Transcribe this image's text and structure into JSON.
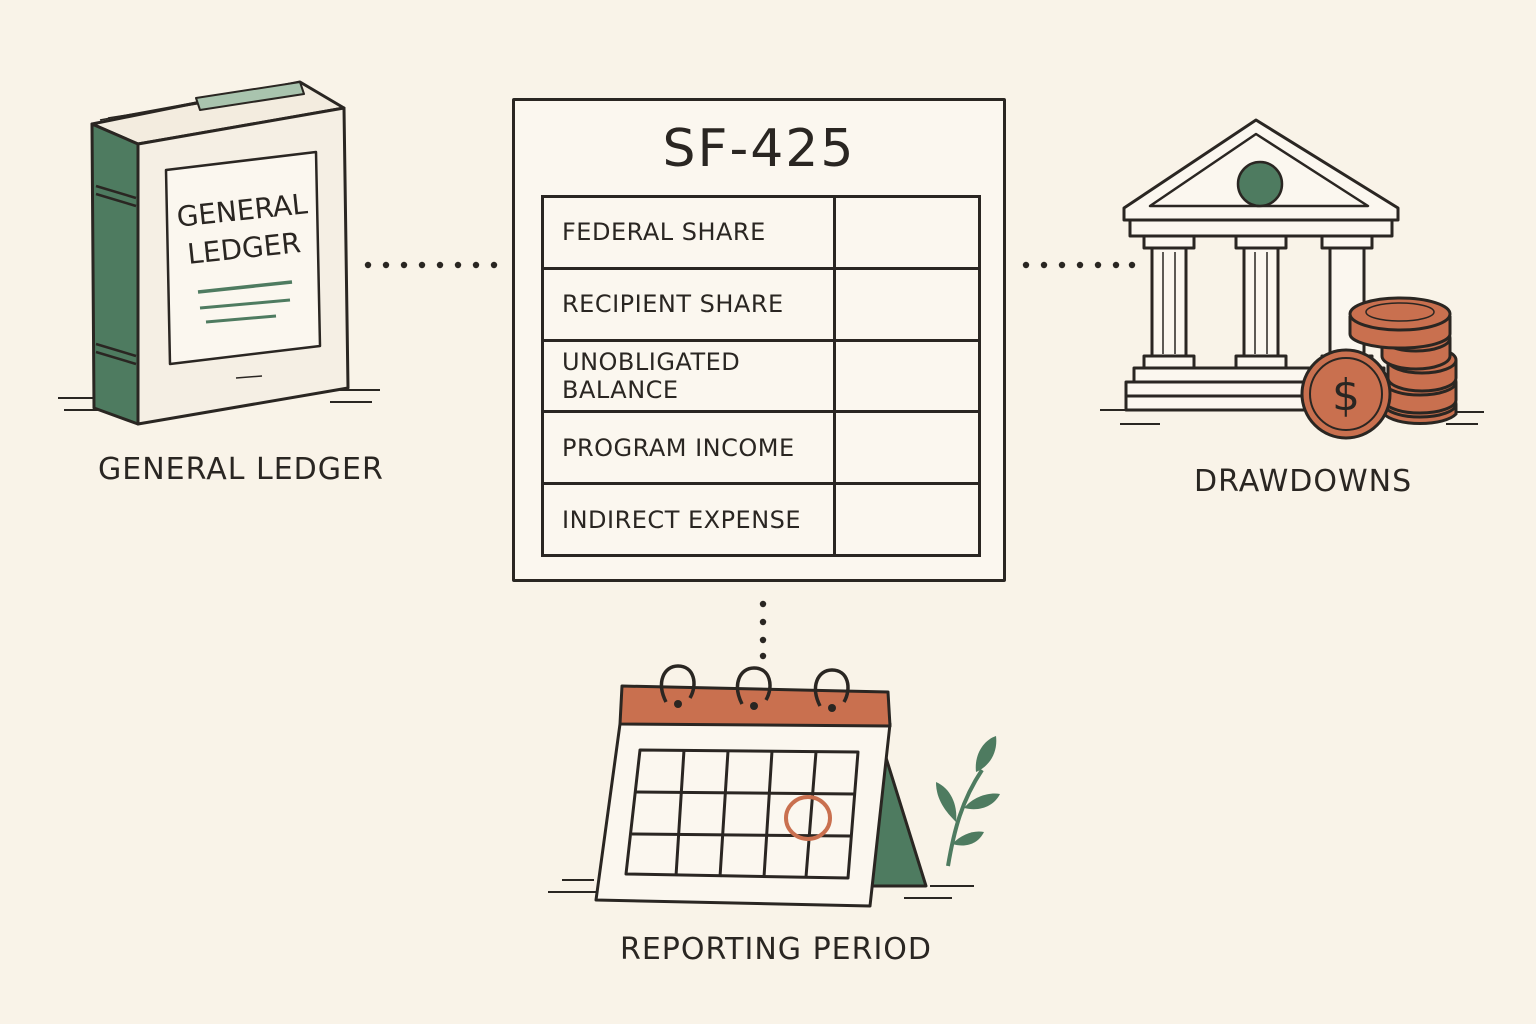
{
  "nodes": {
    "ledger_book_title_line1": "GENERAL",
    "ledger_book_title_line2": "LEDGER",
    "ledger_label": "GENERAL LEDGER",
    "form_title": "SF-425",
    "form_rows": [
      {
        "label": "FEDERAL SHARE"
      },
      {
        "label": "RECIPIENT SHARE"
      },
      {
        "label": "UNOBLIGATED BALANCE"
      },
      {
        "label": "PROGRAM INCOME"
      },
      {
        "label": "INDIRECT EXPENSE"
      }
    ],
    "drawdowns_label": "DRAWDOWNS",
    "coin_symbol": "$",
    "calendar_label": "REPORTING PERIOD"
  },
  "colors": {
    "background": "#f9f3e8",
    "ink": "#2a2622",
    "green": "#4e7b60",
    "terracotta": "#c9704f",
    "paper": "#fbf7ef"
  }
}
